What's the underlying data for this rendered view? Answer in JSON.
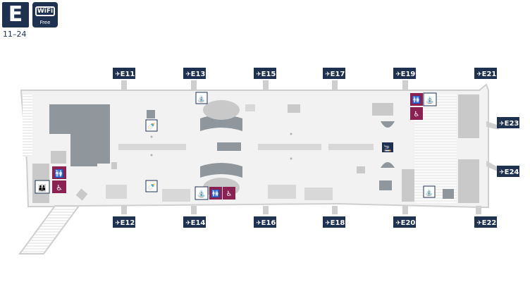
{
  "concourse": {
    "letter": "E",
    "range": "11–24",
    "wifi_main": "WiFi",
    "wifi_sub": "Free"
  },
  "gates": [
    {
      "label": "E11"
    },
    {
      "label": "E13"
    },
    {
      "label": "E15"
    },
    {
      "label": "E17"
    },
    {
      "label": "E19"
    },
    {
      "label": "E21"
    },
    {
      "label": "E23"
    },
    {
      "label": "E24"
    },
    {
      "label": "E12"
    },
    {
      "label": "E14"
    },
    {
      "label": "E16"
    },
    {
      "label": "E18"
    },
    {
      "label": "E20"
    },
    {
      "label": "E22"
    }
  ],
  "icons": [
    "gate-plane-icon",
    "restroom-icon",
    "accessible-icon",
    "family-restroom-icon",
    "nursing-room-icon",
    "smoking-room-icon",
    "drinking-fountain-icon"
  ],
  "colors": {
    "navy": "#1e3150",
    "restroom": "#8a2150",
    "floor": "#f2f2f2",
    "outline": "#d3d3d3",
    "block": "#c9c9c9",
    "dark_block": "#8f979c"
  }
}
